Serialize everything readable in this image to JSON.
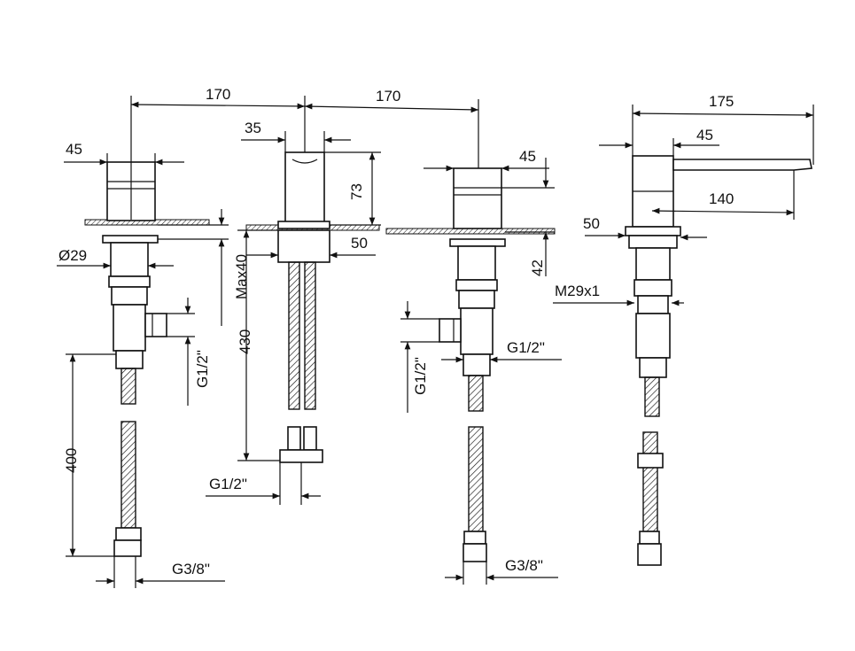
{
  "drawing": {
    "colors": {
      "ink": "#111111",
      "paper": "#ffffff"
    },
    "dimensions": {
      "top_span_left": "170",
      "top_span_right": "170",
      "spout_width": "35",
      "spout_height": "73",
      "spout_base": "50",
      "handle_left_width": "45",
      "handle_left_body": "Ø29",
      "handle_left_deck": "Max40",
      "handle_left_inlet": "G1/2\"",
      "handle_left_hose": "400",
      "handle_left_outlet": "G3/8\"",
      "spout_length": "430",
      "spout_outlet": "G1/2\"",
      "handle_right_width": "45",
      "handle_right_height": "42",
      "handle_right_inlet_side": "G1/2\"",
      "handle_right_inlet": "G1/2\"",
      "handle_right_outlet": "G3/8\"",
      "shower_total": "175",
      "shower_body": "45",
      "shower_reach": "140",
      "shower_nut": "50",
      "shower_thread": "M29x1"
    }
  }
}
